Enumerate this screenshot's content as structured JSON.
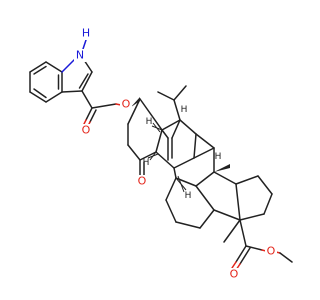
{
  "structure": {
    "atoms": {
      "indole_nh": "H",
      "indole_n": "N",
      "ester_o_link": "O",
      "ester_o_carbonyl": "O",
      "ketone_o": "O",
      "methyl_ester_o_carbonyl": "O",
      "methyl_ester_o_link": "O",
      "stereo_h_top": "H",
      "stereo_h_left": "H",
      "stereo_h_bridge": "H",
      "stereo_h_right": "H",
      "stereo_h_low": "H"
    },
    "colors": {
      "bond": "#222222",
      "oxygen": "#e4251b",
      "nitrogen": "#1a1ad8"
    }
  }
}
